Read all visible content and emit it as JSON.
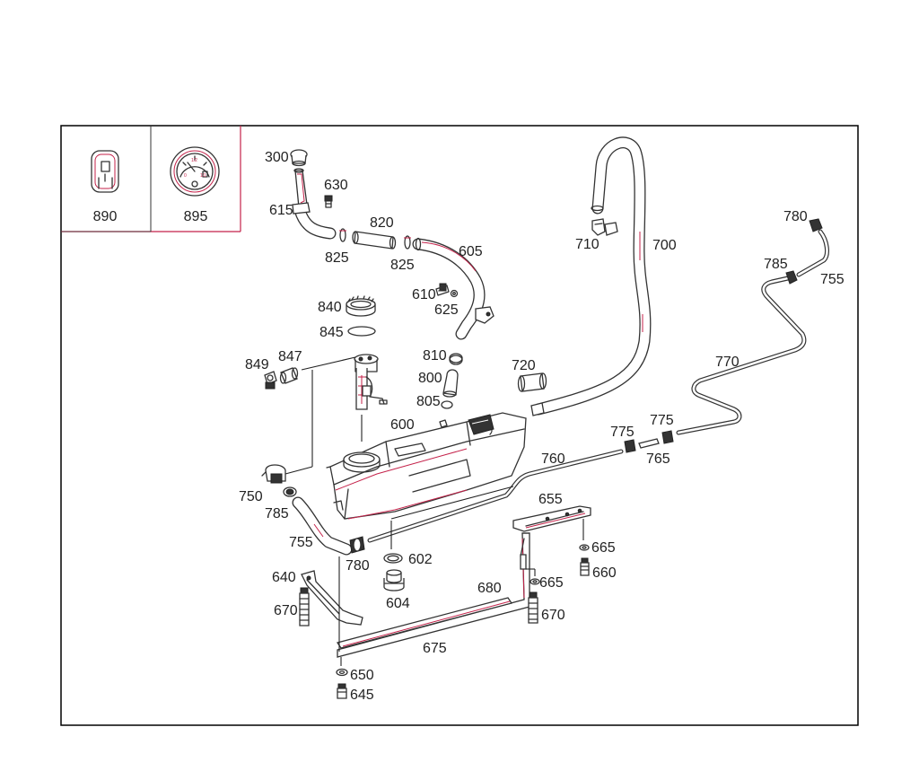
{
  "legend_parts": [
    {
      "number": "890",
      "icon": "fuel-reserve-indicator-icon"
    },
    {
      "number": "895",
      "icon": "fuel-gauge-icon"
    }
  ],
  "gauge_marks": [
    "0",
    "1/2",
    "1/1"
  ],
  "callouts": {
    "p300": "300",
    "p630": "630",
    "p615": "615",
    "p820": "820",
    "p825a": "825",
    "p825b": "825",
    "p605": "605",
    "p710": "710",
    "p700": "700",
    "p780a": "780",
    "p785a": "785",
    "p755a": "755",
    "p610": "610",
    "p625": "625",
    "p840": "840",
    "p845": "845",
    "p849": "849",
    "p847": "847",
    "p810": "810",
    "p800": "800",
    "p805": "805",
    "p720": "720",
    "p770": "770",
    "p600": "600",
    "p775a": "775",
    "p775b": "775",
    "p765": "765",
    "p760": "760",
    "p750": "750",
    "p785b": "785",
    "p655": "655",
    "p755b": "755",
    "p780b": "780",
    "p602": "602",
    "p665a": "665",
    "p660": "660",
    "p640": "640",
    "p665b": "665",
    "p680": "680",
    "p604": "604",
    "p670a": "670",
    "p670b": "670",
    "p675": "675",
    "p650": "650",
    "p645": "645"
  },
  "colors": {
    "frame": "#000000",
    "legend_divider": "#c4224a",
    "highlight": "#c4224a",
    "lines": "#333333",
    "text": "#222222"
  }
}
